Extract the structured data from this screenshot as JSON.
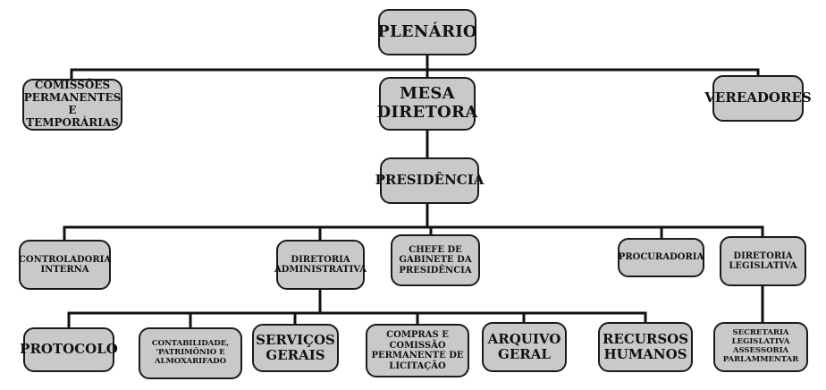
{
  "orgchart": {
    "plenario": "PLENÁRIO",
    "comissoes": "COMISSÕES\nPERMANENTES E\nTEMPORÁRIAS",
    "mesa": "MESA\nDIRETORA",
    "vereadores": "VEREADORES",
    "presidencia": "PRESIDÊNCIA",
    "controladoria": "CONTROLADORIA\nINTERNA",
    "dir_admin": "DIRETORIA\nADMINISTRATIVA",
    "chefe_gabinete": "CHEFE DE\nGABINETE DA\nPRESIDÊNCIA",
    "procuradoria": "PROCURADORIA",
    "dir_leg": "DIRETORIA\nLEGISLATIVA",
    "protocolo": "PROTOCOLO",
    "contabilidade": "CONTABILIDADE,\n'PATRIMÔNIO E\nALMOXARIFADO",
    "servicos": "SERVIÇOS\nGERAIS",
    "compras": "COMPRAS E\nCOMISSÃO\nPERMANENTE DE\nLICITAÇÃO",
    "arquivo": "ARQUIVO\nGERAL",
    "rh": "RECURSOS\nHUMANOS",
    "secretaria": "SECRETARIA\nLEGISLATIVA\nASSESSORIA\nPARLAMMENTAR"
  }
}
